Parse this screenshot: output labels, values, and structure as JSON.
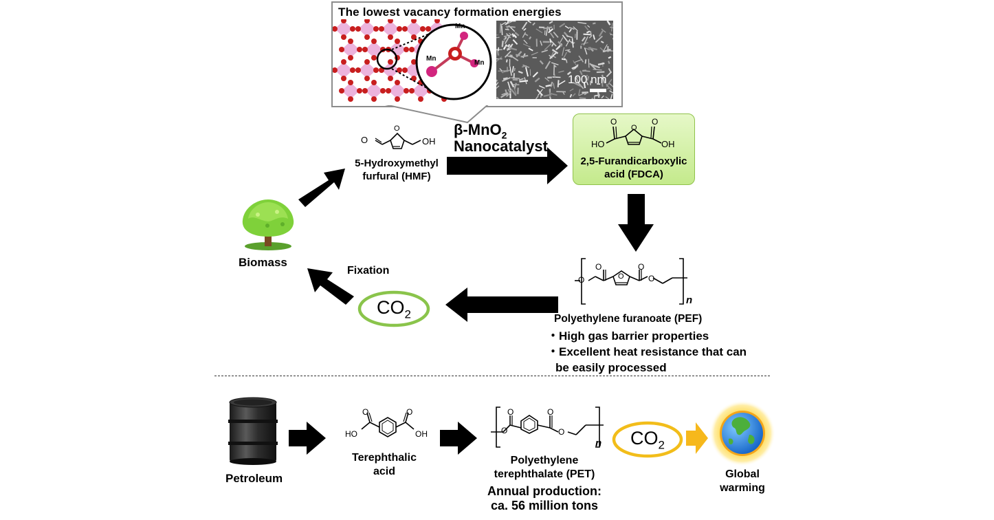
{
  "inset": {
    "title": "The lowest vacancy formation energies",
    "atom_labels": [
      "Mn",
      "Mn",
      "Mn"
    ],
    "scale_bar": "100 nm"
  },
  "catalyst": {
    "line1": "β-MnO",
    "line1_sub": "2",
    "line2": "Nanocatalyst"
  },
  "hmf": {
    "line1": "5-Hydroxymethyl",
    "line2": "furfural (HMF)",
    "oh": "OH",
    "o": "O"
  },
  "fdca": {
    "line1": "2,5-Furandicarboxylic",
    "line2": "acid (FDCA)",
    "ho_left": "HO",
    "oh_right": "OH"
  },
  "biomass": {
    "label": "Biomass"
  },
  "fixation": {
    "label": "Fixation"
  },
  "co2_top": {
    "text": "CO",
    "sub": "2"
  },
  "pef": {
    "label": "Polyethylene furanoate (PEF)",
    "repeat": "n",
    "bullets": [
      "High gas barrier properties",
      "Excellent heat resistance that can",
      "be easily processed"
    ]
  },
  "petroleum": {
    "label": "Petroleum"
  },
  "terephthalic": {
    "line1": "Terephthalic",
    "line2": "acid",
    "ho": "HO",
    "oh": "OH"
  },
  "pet": {
    "line1": "Polyethylene",
    "line2": "terephthalate (PET)",
    "line3": "Annual production:",
    "line4": "ca. 56 million  tons",
    "repeat": "n"
  },
  "co2_bottom": {
    "text": "CO",
    "sub": "2"
  },
  "global": {
    "line1": "Global",
    "line2": "warming"
  },
  "colors": {
    "arrow": "#000000",
    "co2_top_ring": "#8ac44b",
    "co2_bottom_ring": "#f2bd1a",
    "fdca_fill": "#d6f2a8",
    "orange_arrow": "#f6b81c",
    "oxygen": "#c81e1e",
    "manganese": "#d84aa8"
  },
  "icons": [
    "tree-icon",
    "oil-barrel-icon",
    "globe-icon",
    "crystal-lattice-icon",
    "magnifier-icon"
  ]
}
